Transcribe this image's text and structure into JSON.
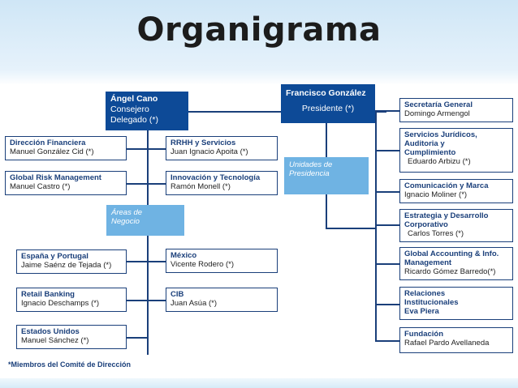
{
  "title": "Organigrama",
  "ceo": {
    "name": "Ángel Cano",
    "role_line1": "Consejero",
    "role_line2": "Delegado (*)"
  },
  "president": {
    "name": "Francisco González",
    "role": "Presidente (*)"
  },
  "areas_negocio": {
    "line1": "Áreas de",
    "line2": "Negocio"
  },
  "unidades_presidencia": {
    "line1": "Unidades de",
    "line2": "Presidencia"
  },
  "left_boxes": [
    {
      "title": "Dirección Financiera",
      "person": "Manuel González Cid (*)"
    },
    {
      "title": "Global Risk Management",
      "person": "Manuel Castro (*)"
    },
    {
      "title": "RRHH y Servicios",
      "person": "Juan Ignacio Apoita (*)"
    },
    {
      "title": "Innovación y Tecnología",
      "person": "Ramón Monell (*)"
    }
  ],
  "business_boxes": [
    {
      "title": "España y Portugal",
      "person": "Jaime Saénz de Tejada (*)"
    },
    {
      "title": "Retail Banking",
      "person": "Ignacio Deschamps (*)"
    },
    {
      "title": "Estados Unidos",
      "person": "Manuel Sánchez (*)"
    },
    {
      "title": "México",
      "person": "Vicente Rodero (*)"
    },
    {
      "title": "CIB",
      "person": "Juan Asúa (*)"
    }
  ],
  "right_boxes": [
    {
      "lines": [
        "Secretaría General"
      ],
      "person": "Domingo Armengol"
    },
    {
      "lines": [
        "Servicios Jurídicos,",
        "Auditoria y",
        "Cumplimiento"
      ],
      "person": "Eduardo Arbizu (*)"
    },
    {
      "lines": [
        "Comunicación y Marca"
      ],
      "person": "Ignacio Moliner (*)"
    },
    {
      "lines": [
        "Estrategia y Desarrollo",
        "Corporativo"
      ],
      "person": "Carlos Torres (*)"
    },
    {
      "lines": [
        "Global Accounting & Info.",
        "Management"
      ],
      "person": "Ricardo Gómez Barredo(*)"
    },
    {
      "lines": [
        "Relaciones",
        "Institucionales"
      ],
      "person": "Eva Piera"
    },
    {
      "lines": [
        "Fundación"
      ],
      "person": "Rafael Pardo Avellaneda"
    }
  ],
  "footnote": "*Miembros del Comité de Dirección",
  "colors": {
    "dark_blue": "#0d4a97",
    "light_blue": "#6fb3e3",
    "line": "#1a3f7a"
  }
}
